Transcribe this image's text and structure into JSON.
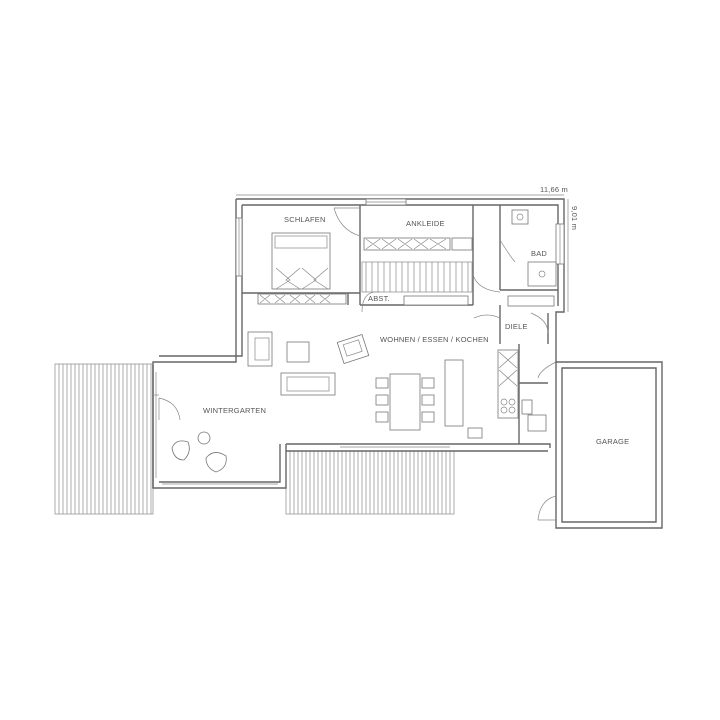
{
  "plan": {
    "rooms": {
      "schlafen": "SCHLAFEN",
      "ankleide": "ANKLEIDE",
      "bad": "BAD",
      "abst": "ABST.",
      "wohnen": "WOHNEN / ESSEN / KOCHEN",
      "diele": "DIELE",
      "wintergarten": "WINTERGARTEN",
      "garage": "GARAGE"
    },
    "dimensions": {
      "width": "11,66 m",
      "depth": "9,01 m"
    }
  }
}
